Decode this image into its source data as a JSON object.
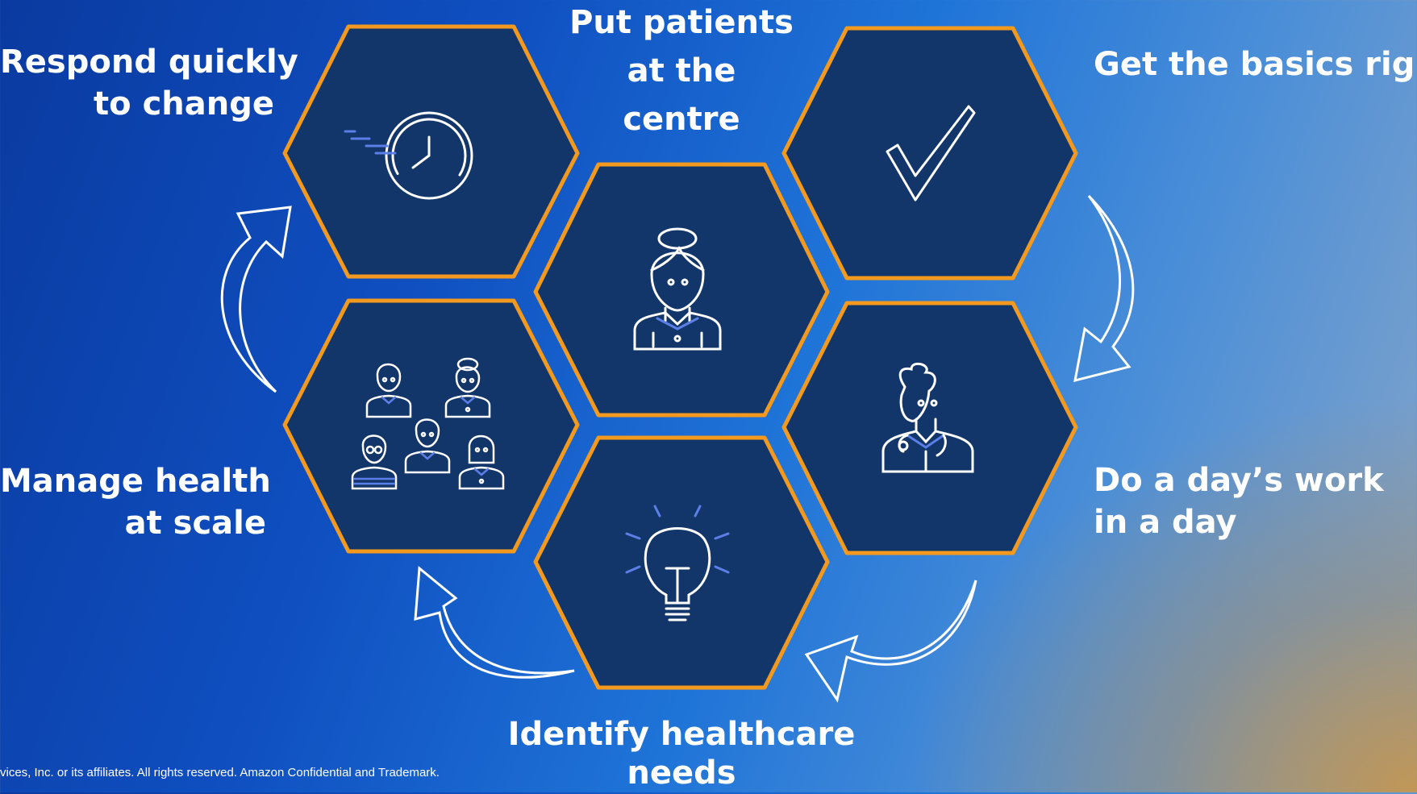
{
  "colors": {
    "hex_fill": "#13366a",
    "hex_border": "#f39a1e",
    "icon_stroke": "#ffffff",
    "icon_accent": "#5b7fe6"
  },
  "labels": {
    "top_center": [
      "Put patients",
      "at the",
      "centre"
    ],
    "top_left": [
      "Respond quickly",
      "to change"
    ],
    "top_right": [
      "Get the basics right"
    ],
    "mid_left": [
      "Manage health",
      "at scale"
    ],
    "mid_right": [
      "Do a day’s work",
      "in a day"
    ],
    "bottom_center": [
      "Identify healthcare",
      "needs"
    ]
  },
  "icons": {
    "hex_tl": "clock-speed-icon",
    "hex_center": "patient-woman-icon",
    "hex_tr": "checkmark-icon",
    "hex_ml": "people-group-icon",
    "hex_mr": "doctor-stethoscope-icon",
    "hex_bc": "lightbulb-icon"
  },
  "footer": "vices, Inc. or its affiliates. All rights reserved. Amazon Confidential and Trademark."
}
